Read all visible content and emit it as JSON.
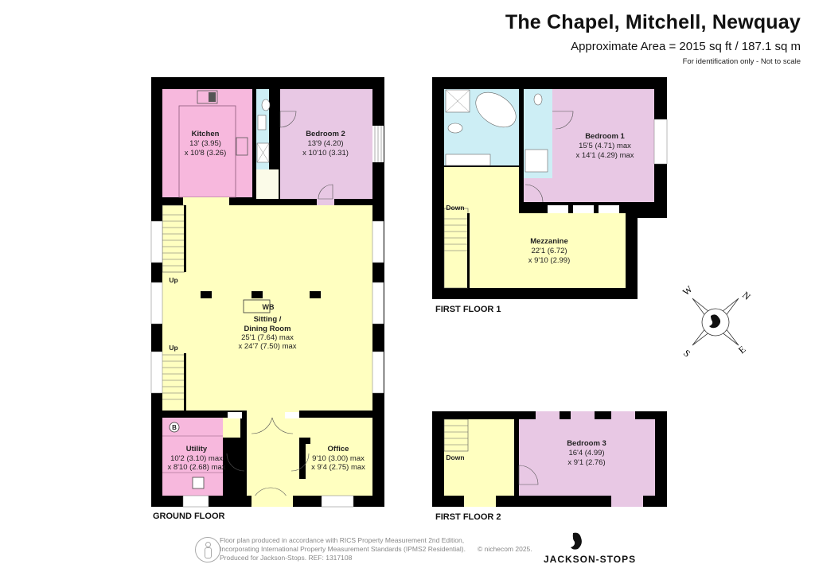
{
  "header": {
    "title": "The Chapel, Mitchell, Newquay",
    "area": "Approximate Area = 2015 sq ft / 187.1 sq m",
    "note": "For identification only - Not to scale"
  },
  "colors": {
    "wall": "#000000",
    "kitchen_utility": "#f7b8dd",
    "bedroom": "#e8c8e4",
    "living": "#ffffc0",
    "bathroom": "#cdeef5",
    "cupboard": "#fbfbe8"
  },
  "floors": {
    "ground": {
      "label": "GROUND FLOOR",
      "rooms": [
        {
          "name": "Kitchen",
          "dim1": "13' (3.95)",
          "dim2": "x 10'8 (3.26)"
        },
        {
          "name": "Bedroom 2",
          "dim1": "13'9 (4.20)",
          "dim2": "x 10'10 (3.31)"
        },
        {
          "name": "Sitting /",
          "name2": "Dining Room",
          "dim1": "25'1 (7.64) max",
          "dim2": "x 24'7 (7.50) max"
        },
        {
          "name": "Utility",
          "dim1": "10'2 (3.10) max",
          "dim2": "x 8'10 (2.68) max"
        },
        {
          "name": "Office",
          "dim1": "9'10 (3.00) max",
          "dim2": "x 9'4 (2.75) max"
        }
      ],
      "labels": {
        "up1": "Up",
        "up2": "Up",
        "wb": "WB",
        "boiler": "B"
      }
    },
    "first1": {
      "label": "FIRST FLOOR 1",
      "rooms": [
        {
          "name": "Bedroom 1",
          "dim1": "15'5 (4.71) max",
          "dim2": "x 14'1 (4.29) max"
        },
        {
          "name": "Mezzanine",
          "dim1": "22'1 (6.72)",
          "dim2": "x 9'10 (2.99)"
        }
      ],
      "labels": {
        "down": "Down"
      }
    },
    "first2": {
      "label": "FIRST FLOOR 2",
      "rooms": [
        {
          "name": "Bedroom 3",
          "dim1": "16'4 (4.99)",
          "dim2": "x 9'1 (2.76)"
        }
      ],
      "labels": {
        "down": "Down"
      }
    }
  },
  "compass": {
    "n": "N",
    "e": "E",
    "s": "S",
    "w": "W"
  },
  "footer": {
    "line1": "Floor plan produced in accordance with RICS Property Measurement 2nd Edition,",
    "line2": "Incorporating International Property Measurement Standards (IPMS2 Residential).",
    "line3": "Produced for Jackson-Stops.   REF:  1317108",
    "copyright": "© nichecom 2025.",
    "brand": "JACKSON-STOPS"
  }
}
